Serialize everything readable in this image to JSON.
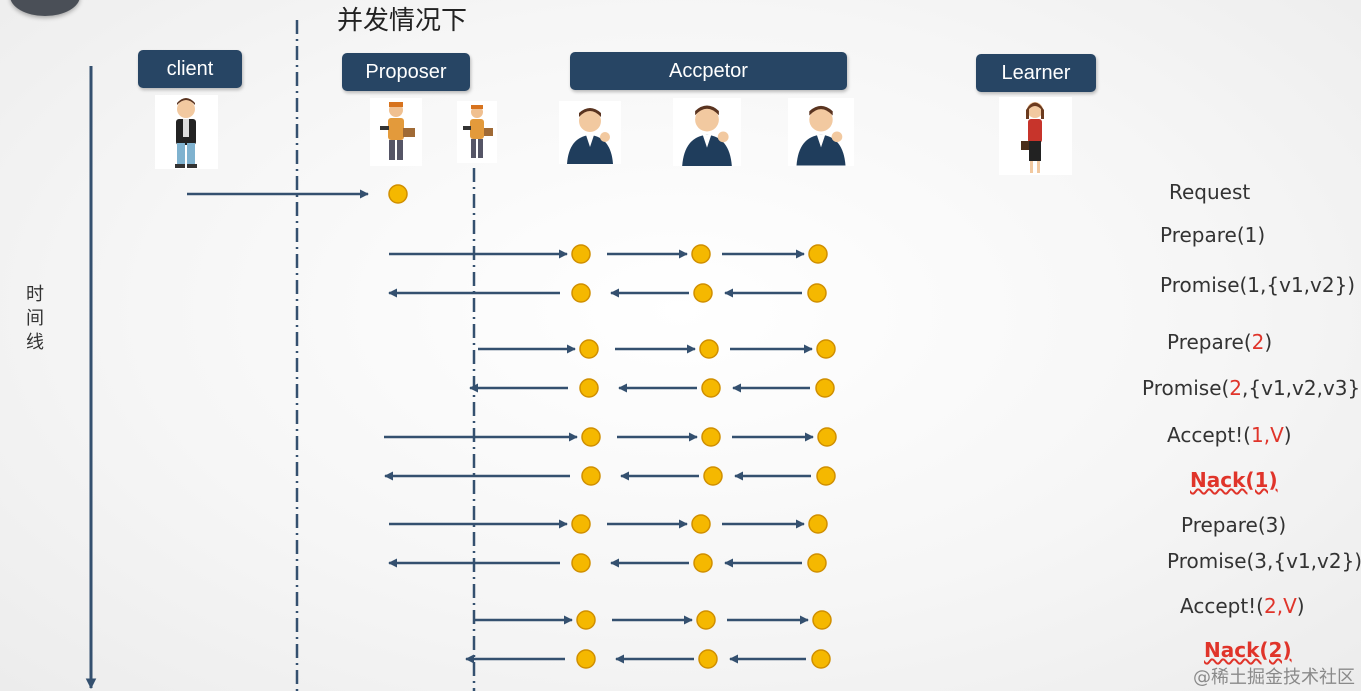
{
  "title": "并发情况下",
  "roles": {
    "client": "client",
    "proposer": "Proposer",
    "acceptor": "Accpetor",
    "learner": "Learner"
  },
  "timeline_label": "时间线",
  "colors": {
    "box": "#274564",
    "arrow": "#34506f",
    "node": "#f5b800",
    "node_stroke": "#d08f00",
    "highlight": "#e0342a"
  },
  "messages": [
    {
      "parts": [
        {
          "text": "Request",
          "red": false
        }
      ]
    },
    {
      "parts": [
        {
          "text": "Prepare(1)",
          "red": false
        }
      ]
    },
    {
      "parts": [
        {
          "text": "Promise(1,{v1,v2})",
          "red": false
        }
      ]
    },
    {
      "parts": [
        {
          "text": "Prepare(",
          "red": false
        },
        {
          "text": "2",
          "red": true
        },
        {
          "text": ")",
          "red": false
        }
      ]
    },
    {
      "parts": [
        {
          "text": "Promise(",
          "red": false
        },
        {
          "text": "2",
          "red": true
        },
        {
          "text": ",{v1,v2,v3})",
          "red": false
        }
      ]
    },
    {
      "parts": [
        {
          "text": "Accept!(",
          "red": false
        },
        {
          "text": "1,V",
          "red": true
        },
        {
          "text": ")",
          "red": false
        }
      ]
    },
    {
      "parts": [
        {
          "text": "Nack(1)",
          "red": true
        }
      ],
      "nack": true
    },
    {
      "parts": [
        {
          "text": "Prepare(3)",
          "red": false
        }
      ]
    },
    {
      "parts": [
        {
          "text": "Promise(3,{v1,v2})",
          "red": false
        }
      ]
    },
    {
      "parts": [
        {
          "text": "Accept!(",
          "red": false
        },
        {
          "text": "2,V",
          "red": true
        },
        {
          "text": ")",
          "red": false
        }
      ]
    },
    {
      "parts": [
        {
          "text": "Nack(2)",
          "red": true
        }
      ],
      "nack": true
    }
  ],
  "watermark": "@稀土掘金技术社区"
}
